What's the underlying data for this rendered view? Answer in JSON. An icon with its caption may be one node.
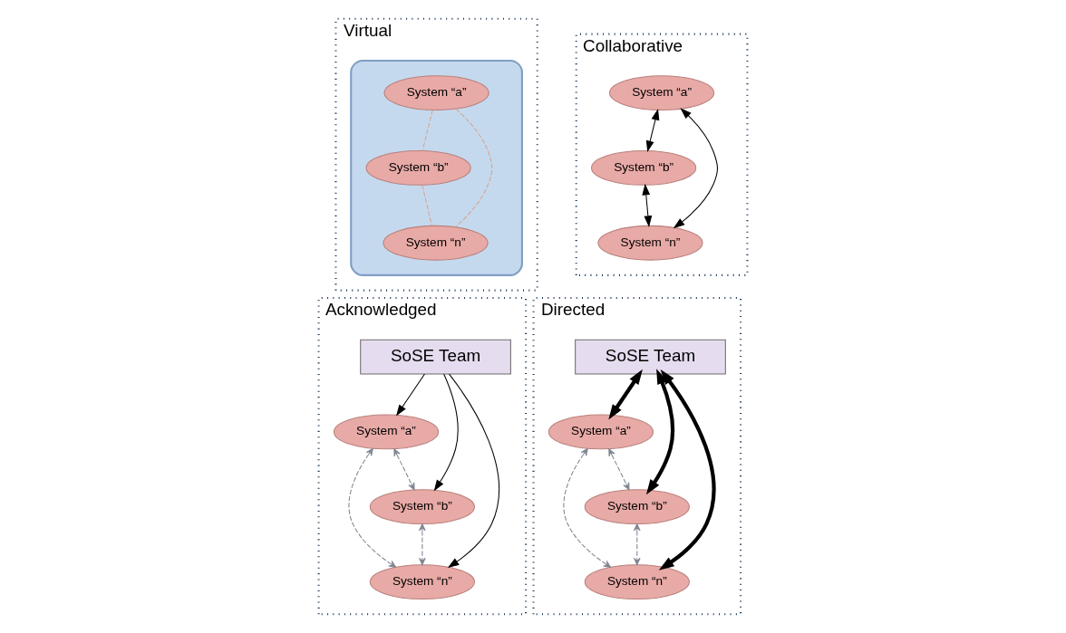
{
  "diagram": {
    "nodes": [
      {
        "text": [
          "Virtual"
        ]
      },
      {
        "text": [],
        "shape": "cloud",
        "in": 0
      },
      {
        "text": [
          "System “a”"
        ],
        "in": 1
      },
      {
        "text": [
          "System “b”"
        ],
        "in": 1
      },
      {
        "text": [
          "System “n”"
        ],
        "in": 1
      },
      {
        "text": [
          "Collaborative"
        ]
      },
      {
        "text": [
          "System “a”"
        ],
        "in": 5
      },
      {
        "text": [
          "System “b”"
        ],
        "in": 5
      },
      {
        "text": [
          "System “n”"
        ],
        "in": 5
      },
      {
        "text": [
          "Acknowledged"
        ]
      },
      {
        "text": [
          "SoSE Team"
        ],
        "in": 9
      },
      {
        "text": [
          "System “a”"
        ],
        "in": 9
      },
      {
        "text": [
          "System “b”"
        ],
        "in": 9
      },
      {
        "text": [
          "System “n”"
        ],
        "in": 9
      },
      {
        "text": [
          "Directed"
        ]
      },
      {
        "text": [
          "SoSE Team"
        ],
        "in": 14
      },
      {
        "text": [
          "System “a”"
        ],
        "in": 14
      },
      {
        "text": [
          "System “b”"
        ],
        "in": 14
      },
      {
        "text": [
          "System “n”"
        ],
        "in": 14
      }
    ],
    "edges": [
      {
        "from": 2,
        "to": 3,
        "arrow": "none",
        "style": "dashed",
        "color": "#d4a58c"
      },
      {
        "from": 2,
        "to": 4,
        "arrow": "none",
        "style": "dashed",
        "color": "#d4a58c"
      },
      {
        "from": 3,
        "to": 4,
        "arrow": "none",
        "style": "dashed",
        "color": "#d4a58c"
      },
      {
        "from": 6,
        "to": 7,
        "arrow": "both"
      },
      {
        "from": 6,
        "to": 8,
        "arrow": "both"
      },
      {
        "from": 7,
        "to": 8,
        "arrow": "both"
      },
      {
        "from": 10,
        "to": 11,
        "arrow": "to"
      },
      {
        "from": 10,
        "to": 12,
        "arrow": "to"
      },
      {
        "from": 10,
        "to": 13,
        "arrow": "to"
      },
      {
        "from": 11,
        "to": 12,
        "arrow": "both",
        "style": "dashed",
        "color": "#7f8590"
      },
      {
        "from": 11,
        "to": 13,
        "arrow": "both",
        "style": "dashed",
        "color": "#7f8590"
      },
      {
        "from": 12,
        "to": 13,
        "arrow": "both",
        "style": "dashed",
        "color": "#7f8590"
      },
      {
        "from": 15,
        "to": 16,
        "arrow": "both",
        "style": "thick"
      },
      {
        "from": 15,
        "to": 17,
        "arrow": "both",
        "style": "thick"
      },
      {
        "from": 15,
        "to": 18,
        "arrow": "both",
        "style": "thick"
      },
      {
        "from": 16,
        "to": 17,
        "arrow": "both",
        "style": "dashed",
        "color": "#7f8590"
      },
      {
        "from": 16,
        "to": 18,
        "arrow": "both",
        "style": "dashed",
        "color": "#7f8590"
      },
      {
        "from": 17,
        "to": 18,
        "arrow": "both",
        "style": "dashed",
        "color": "#7f8590"
      }
    ]
  }
}
